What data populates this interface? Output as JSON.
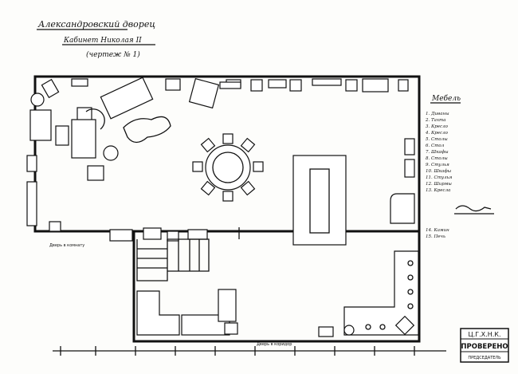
{
  "title": {
    "line1": "Александровский дворец",
    "line2": "Кабинет Николая II",
    "line3": "(чертеж № 1)"
  },
  "legend": {
    "header": "Мебель",
    "items": [
      "1. Диваны",
      "2. Тахта",
      "3. Кресло",
      "4. Кресло",
      "5. Столы",
      "6. Стол",
      "7. Шкафы",
      "8. Столы",
      "9. Стулья",
      "10. Шкафы",
      "11. Стулья",
      "12. Ширмы",
      "13. Кресла"
    ],
    "extra_items": [
      "14. Камин",
      "15. Печь"
    ]
  },
  "stamp": {
    "top": "Ц.Г.Х.Н.К.",
    "main": "ПРОВЕРЕНО",
    "bottom": "ПРЕДСЕДАТЕЛЬ"
  },
  "room_labels": {
    "corridor": "Дверь в комнату",
    "bottom_door": "Дверь в коридор"
  }
}
